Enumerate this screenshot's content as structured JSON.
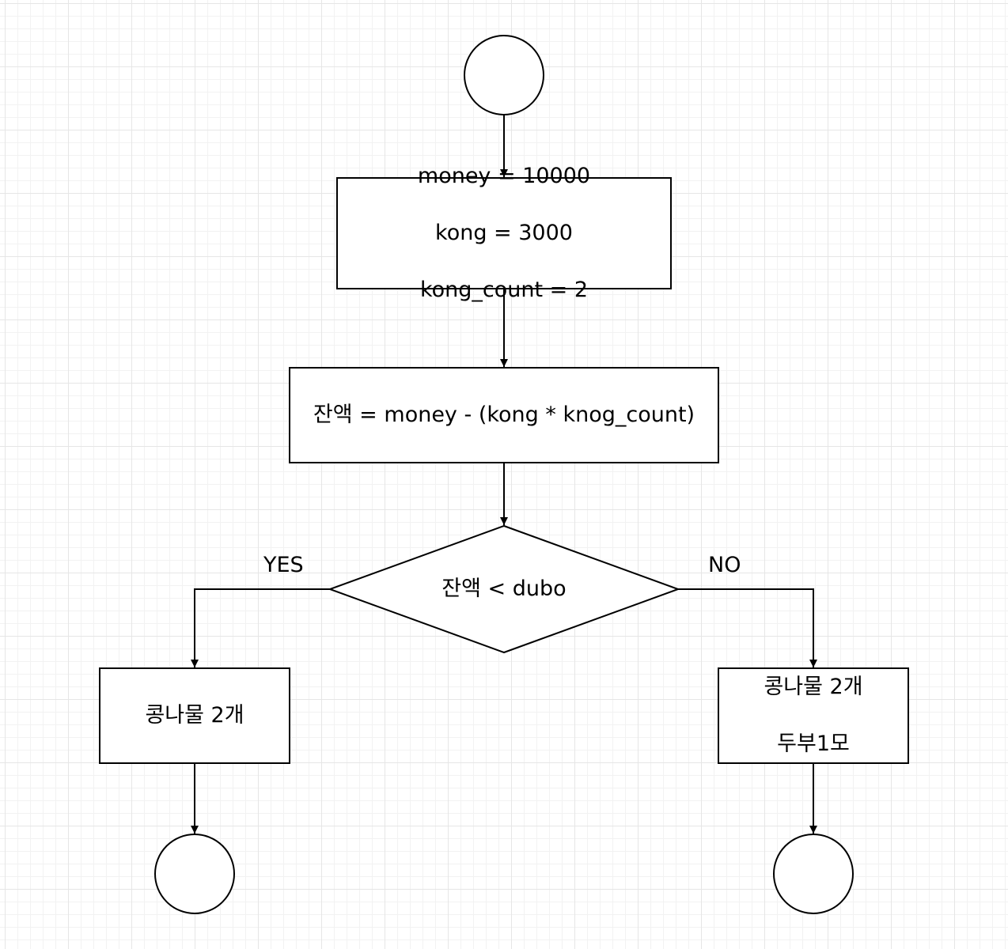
{
  "diagram": {
    "process_init_lines": [
      "money = 10000",
      "kong = 3000",
      "kong_count = 2"
    ],
    "process_calc": "잔액 = money - (kong * knog_count)",
    "decision": "잔액 < dubo",
    "yes_label": "YES",
    "no_label": "NO",
    "process_yes": "콩나물 2개",
    "process_no_lines": [
      "콩나물 2개",
      "두부1모"
    ]
  }
}
